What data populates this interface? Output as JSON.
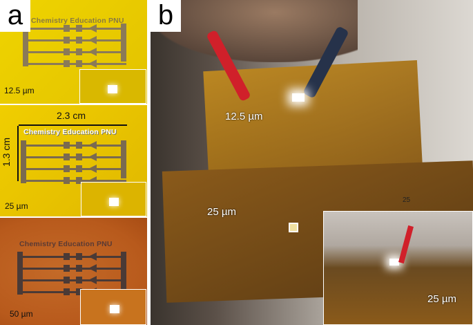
{
  "panel_a": {
    "label": "a",
    "brand_text": "Chemistry Education PNU",
    "width_dim": "2.3 cm",
    "height_dim": "1.3 cm",
    "thicknesses": [
      "12.5 µm",
      "25 µm",
      "50 µm"
    ]
  },
  "panel_b": {
    "label": "b",
    "thickness_top": "12.5 µm",
    "thickness_mid": "25 µm",
    "thickness_inset": "25 µm",
    "tape_mark": "25"
  },
  "colors": {
    "film_yellow": "#e8c400",
    "film_orange": "#c96a1c",
    "trace": "#7a6a50"
  }
}
